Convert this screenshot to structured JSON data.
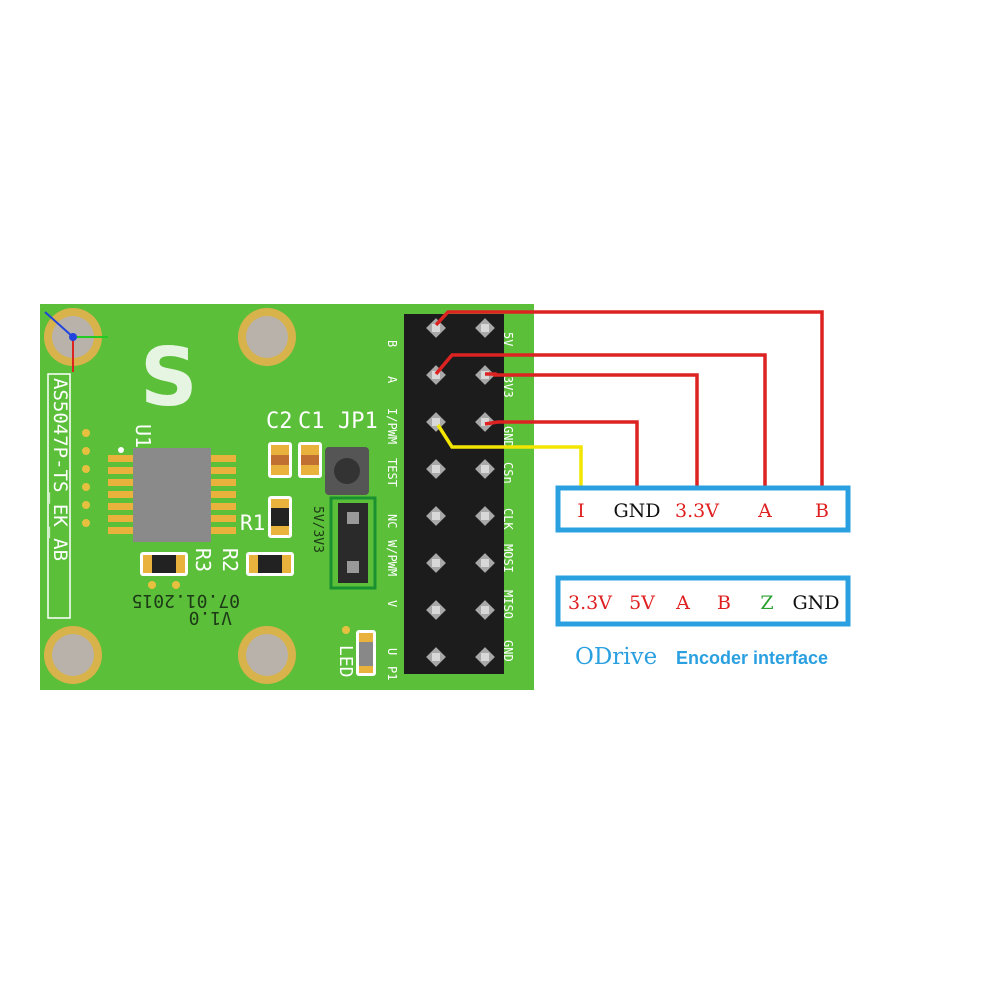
{
  "board": {
    "part_label": "AS5047P-TS_EK_AB",
    "ic_label": "U1",
    "jumper_label": "JP1",
    "jumper_option": "5V/3V3",
    "cap_labels": [
      "C2",
      "C1"
    ],
    "res_labels": [
      "R1",
      "R2",
      "R3"
    ],
    "version": "V1.0",
    "date": "07.01.2015",
    "led_label": "LED",
    "header_label": "P1",
    "left_pin_labels": [
      "B",
      "A",
      "I/PWM",
      "TEST",
      "NC",
      "W/PWM",
      "V",
      "U"
    ],
    "right_pin_labels": [
      "5V",
      "3V3",
      "GND",
      "CSn",
      "CLK",
      "MOSI",
      "MISO",
      "GND"
    ],
    "logo": "S"
  },
  "connector_top": {
    "labels": [
      "I",
      "GND",
      "3.3V",
      "A",
      "B"
    ],
    "colors": [
      "#e02020",
      "#111111",
      "#e02020",
      "#e02020",
      "#e02020"
    ]
  },
  "connector_bottom": {
    "labels": [
      "3.3V",
      "5V",
      "A",
      "B",
      "Z",
      "GND"
    ],
    "colors": [
      "#e02020",
      "#e02020",
      "#e02020",
      "#e02020",
      "#2aa030",
      "#111111"
    ]
  },
  "caption": {
    "main": "ODrive",
    "sub": "Encoder interface"
  },
  "colors": {
    "pcb": "#5bbf3a",
    "wire_red": "#dd2222",
    "wire_yellow": "#f2e600",
    "box_border": "#2aa0e0"
  }
}
